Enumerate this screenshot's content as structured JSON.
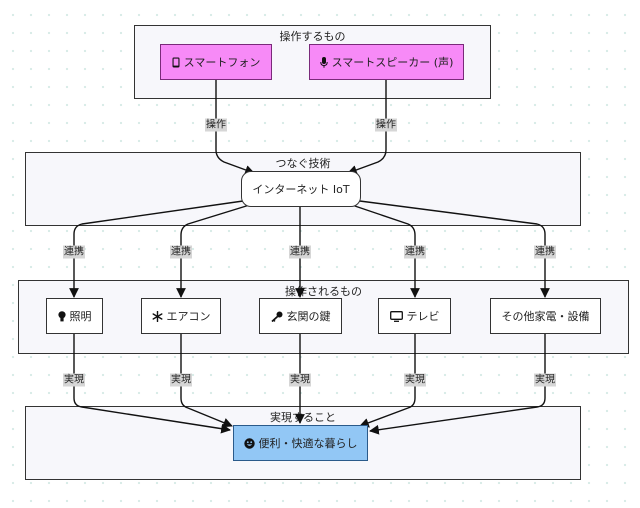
{
  "groups": {
    "operate": "操作するもの",
    "connect": "つなぐ技術",
    "operated": "操作されるもの",
    "realize": "実現すること"
  },
  "nodes": {
    "smartphone": "スマートフォン",
    "speaker": "スマートスピーカー (声)",
    "iot": "インターネット IoT",
    "light": "照明",
    "aircon": "エアコン",
    "doorkey": "玄関の鍵",
    "tv": "テレビ",
    "others": "その他家電・設備",
    "life": "便利・快適な暮らし"
  },
  "edge_labels": {
    "operate": "操作",
    "link": "連携",
    "realize": "実現"
  },
  "icons": {
    "smartphone": "mobile-icon",
    "speaker": "microphone-icon",
    "light": "lightbulb-icon",
    "aircon": "snowflake-icon",
    "doorkey": "key-icon",
    "tv": "tv-icon",
    "life": "smile-icon"
  },
  "colors": {
    "operate_nodes": "#f78af7",
    "result_node": "#92c7f5",
    "group_fill": "#f7f7fb"
  }
}
